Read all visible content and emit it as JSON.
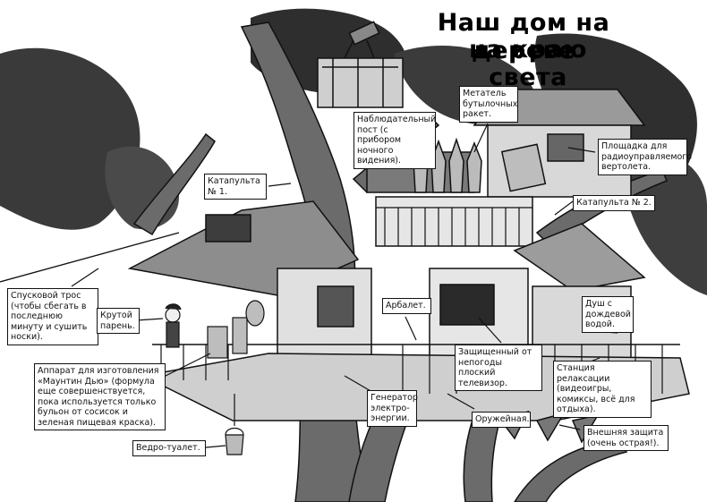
{
  "title": {
    "line1": "Наш дом на дереве",
    "line2": "на краю света"
  },
  "labels": {
    "observation_post": "Наблюдательный пост (с прибором ночного видения).",
    "bottle_launcher": "Метатель бутылочных ракет.",
    "catapult1": "Катапульта № 1.",
    "heli_pad": "Площадка для радиоуправляемого вертолета.",
    "catapult2": "Катапульта № 2.",
    "release_rope": "Спусковой трос (чтобы сбегать в последнюю минуту и сушить носки).",
    "cool_guy": "Крутой парень.",
    "crossbow": "Арбалет.",
    "shower": "Душ с дождевой водой.",
    "dew_machine": "Аппарат для изготовления «Маунтин Дью» (формула еще совершенствуется, пока используется только бульон от сосисок и зеленая пищевая краска).",
    "tv": "Защищенный от непогоды плоский телевизор.",
    "relax_station": "Станция релаксации (видеоигры, комиксы, всё для отдыха).",
    "generator": "Генератор электро-энергии.",
    "armory": "Оружейная.",
    "outer_defense": "Внешняя защита (очень острая!).",
    "bucket_toilet": "Ведро-туалет."
  }
}
